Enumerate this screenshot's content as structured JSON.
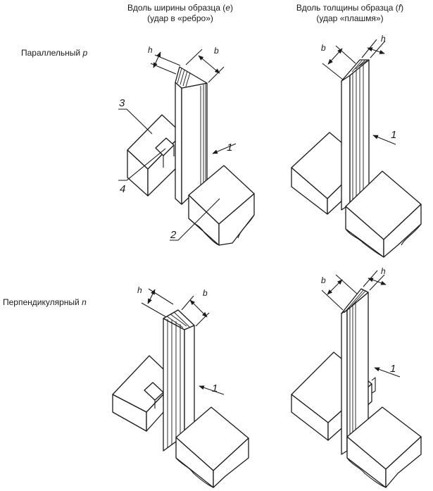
{
  "columns": [
    {
      "title": "Вдоль ширины образца (",
      "code": "e",
      "close": ")",
      "subtitle": "(удар в «ребро»)"
    },
    {
      "title": "Вдоль толщины образца (",
      "code": "f",
      "close": ")",
      "subtitle": "(удар «плашмя»)"
    }
  ],
  "rows": [
    {
      "label": "Параллельный ",
      "code": "p"
    },
    {
      "label": "Перпендикулярный ",
      "code": "n"
    }
  ],
  "dims": {
    "h": "h",
    "b": "b"
  },
  "callouts": {
    "impact": "1",
    "support": "2",
    "specimen": "3",
    "notch": "4"
  },
  "colors": {
    "ink": "#1a1a1a",
    "paper": "#ffffff"
  }
}
